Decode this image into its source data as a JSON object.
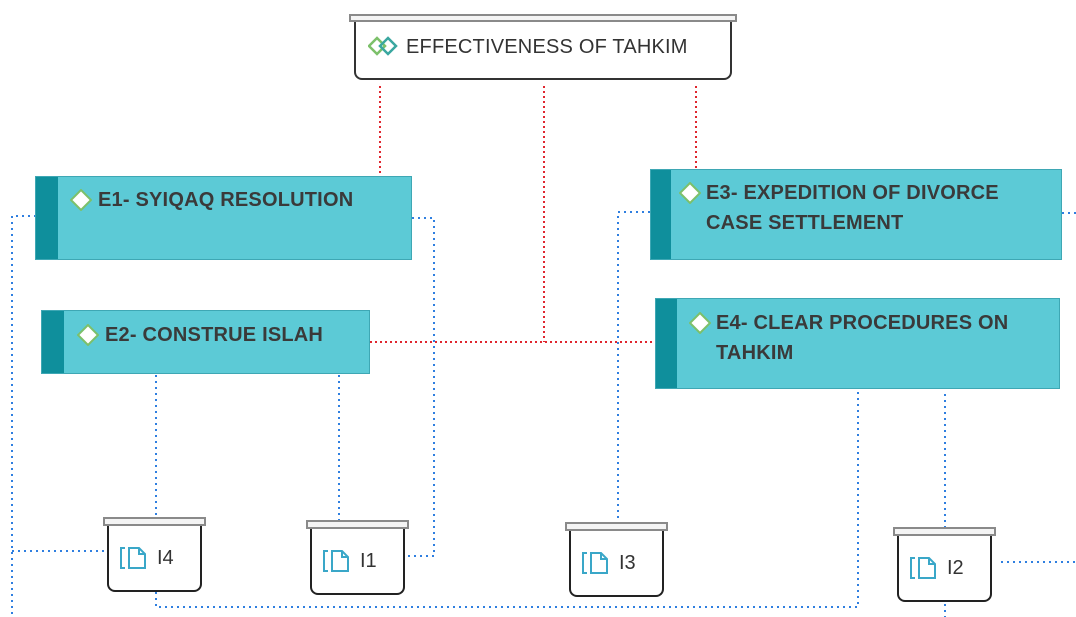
{
  "root": {
    "label": "EFFECTIVENESS OF TAHKIM",
    "icon": "double-diamond-icon"
  },
  "nodes": {
    "e1": {
      "label": "E1- SYIQAQ RESOLUTION",
      "icon": "diamond-icon"
    },
    "e2": {
      "label": "E2- CONSTRUE ISLAH",
      "icon": "diamond-icon"
    },
    "e3": {
      "line1": "E3- EXPEDITION OF DIVORCE",
      "line2": "CASE SETTLEMENT",
      "icon": "diamond-icon"
    },
    "e4": {
      "line1": "E4- CLEAR PROCEDURES ON",
      "line2": "TAHKIM",
      "icon": "diamond-icon"
    }
  },
  "items": {
    "i1": {
      "label": "I1",
      "icon": "document-bracket-icon"
    },
    "i2": {
      "label": "I2",
      "icon": "document-bracket-icon"
    },
    "i3": {
      "label": "I3",
      "icon": "document-bracket-icon"
    },
    "i4": {
      "label": "I4",
      "icon": "document-bracket-icon"
    }
  },
  "colors": {
    "node_fill": "#5ccad6",
    "node_stripe": "#0f8f9c",
    "red_connector": "#e0262e",
    "blue_connector": "#2f7fe0",
    "diamond_outline": "#7cc06a"
  }
}
